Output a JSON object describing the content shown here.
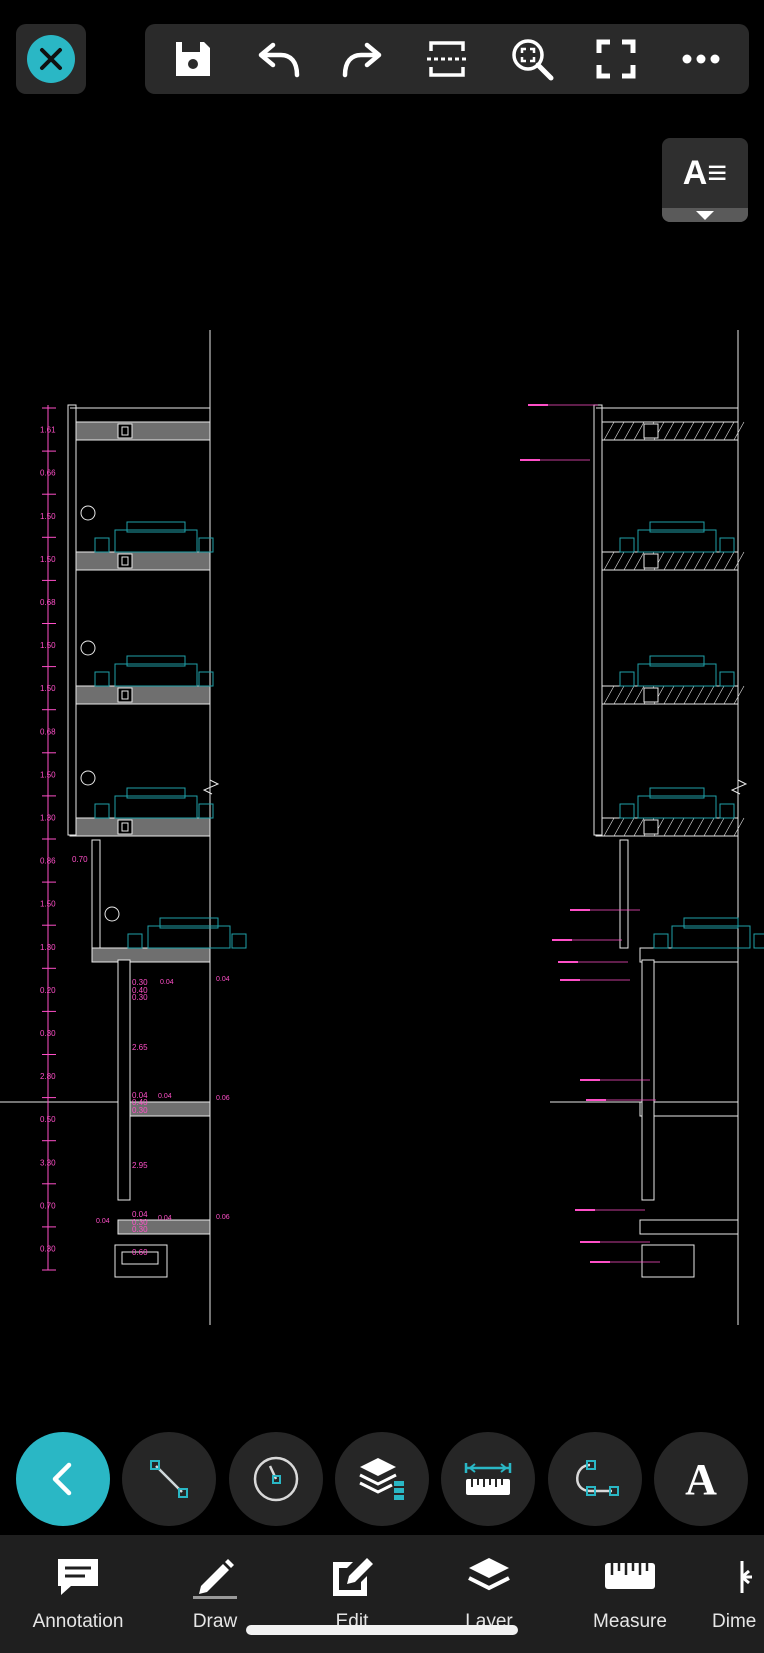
{
  "colors": {
    "accent": "#2ab7c5",
    "dimension": "#ff4fc8",
    "furniture": "#1fa0a8",
    "linework": "#e8e8e8",
    "panel": "#2a2a2a"
  },
  "top_toolbar": {
    "close_icon": "close-icon",
    "icons": [
      "save-icon",
      "undo-icon",
      "redo-icon",
      "crop-selection-icon",
      "zoom-extents-icon",
      "fullscreen-icon",
      "more-icon"
    ]
  },
  "text_style_button": {
    "glyph": "A≡"
  },
  "drawing": {
    "left_dimensions": [
      "1.61",
      "0.66",
      "1.50",
      "1.50",
      "0.68",
      "1.50",
      "1.50",
      "0.68",
      "1.50",
      "1.30",
      "0.86",
      "1.50",
      "1.30",
      "0.20",
      "0.30",
      "2.80",
      "0.50",
      "3.30",
      "0.70",
      "0.30"
    ],
    "inner_dimensions": [
      "0.70",
      "0.30",
      "0.40",
      "0.30",
      "2.65",
      "0.04",
      "0.40",
      "0.30",
      "2.95",
      "0.04",
      "0.30",
      "0.30",
      "0.60"
    ],
    "side_dimensions": [
      "0.04",
      "0.04",
      "0.06",
      "0.04",
      "0.06",
      "0.04",
      "0.04"
    ]
  },
  "tools": {
    "items": [
      "back-icon",
      "line-tool-icon",
      "arc-tool-icon",
      "layers-tool-icon",
      "measure-tool-icon",
      "polyline-tool-icon",
      "text-tool-icon"
    ],
    "text_glyph": "A"
  },
  "tabs": [
    {
      "label": "Annotation",
      "icon": "annotation-icon"
    },
    {
      "label": "Draw",
      "icon": "draw-icon"
    },
    {
      "label": "Edit",
      "icon": "edit-icon"
    },
    {
      "label": "Layer",
      "icon": "layer-icon"
    },
    {
      "label": "Measure",
      "icon": "measure-icon"
    },
    {
      "label": "Dime",
      "icon": "dimension-icon"
    }
  ]
}
